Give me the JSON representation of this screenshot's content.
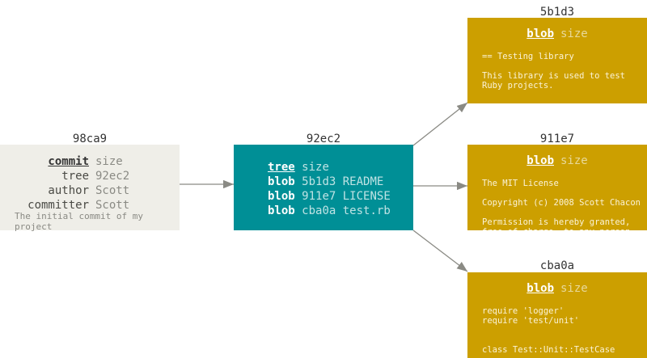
{
  "commit": {
    "id": "98ca9",
    "type": "commit",
    "size_label": "size",
    "fields": [
      {
        "key": "tree",
        "value": "92ec2"
      },
      {
        "key": "author",
        "value": "Scott"
      },
      {
        "key": "committer",
        "value": "Scott"
      }
    ],
    "message": "The initial commit of my project"
  },
  "tree": {
    "id": "92ec2",
    "type": "tree",
    "size_label": "size",
    "entries": [
      {
        "type": "blob",
        "hash": "5b1d3",
        "name": "README"
      },
      {
        "type": "blob",
        "hash": "911e7",
        "name": "LICENSE"
      },
      {
        "type": "blob",
        "hash": "cba0a",
        "name": "test.rb"
      }
    ]
  },
  "blobs": [
    {
      "id": "5b1d3",
      "type": "blob",
      "size_label": "size",
      "content": "== Testing library\n\nThis library is used to test\nRuby projects."
    },
    {
      "id": "911e7",
      "type": "blob",
      "size_label": "size",
      "content": "The MIT License\n\nCopyright (c) 2008 Scott Chacon\n\nPermission is hereby granted,\nfree of charge, to any person"
    },
    {
      "id": "cba0a",
      "type": "blob",
      "size_label": "size",
      "content": "require 'logger'\nrequire 'test/unit'\n\n\nclass Test::Unit::TestCase"
    }
  ],
  "colors": {
    "commit": "#efeee8",
    "tree": "#008f96",
    "blob": "#cc9f00",
    "arrow": "#8a8a84"
  }
}
